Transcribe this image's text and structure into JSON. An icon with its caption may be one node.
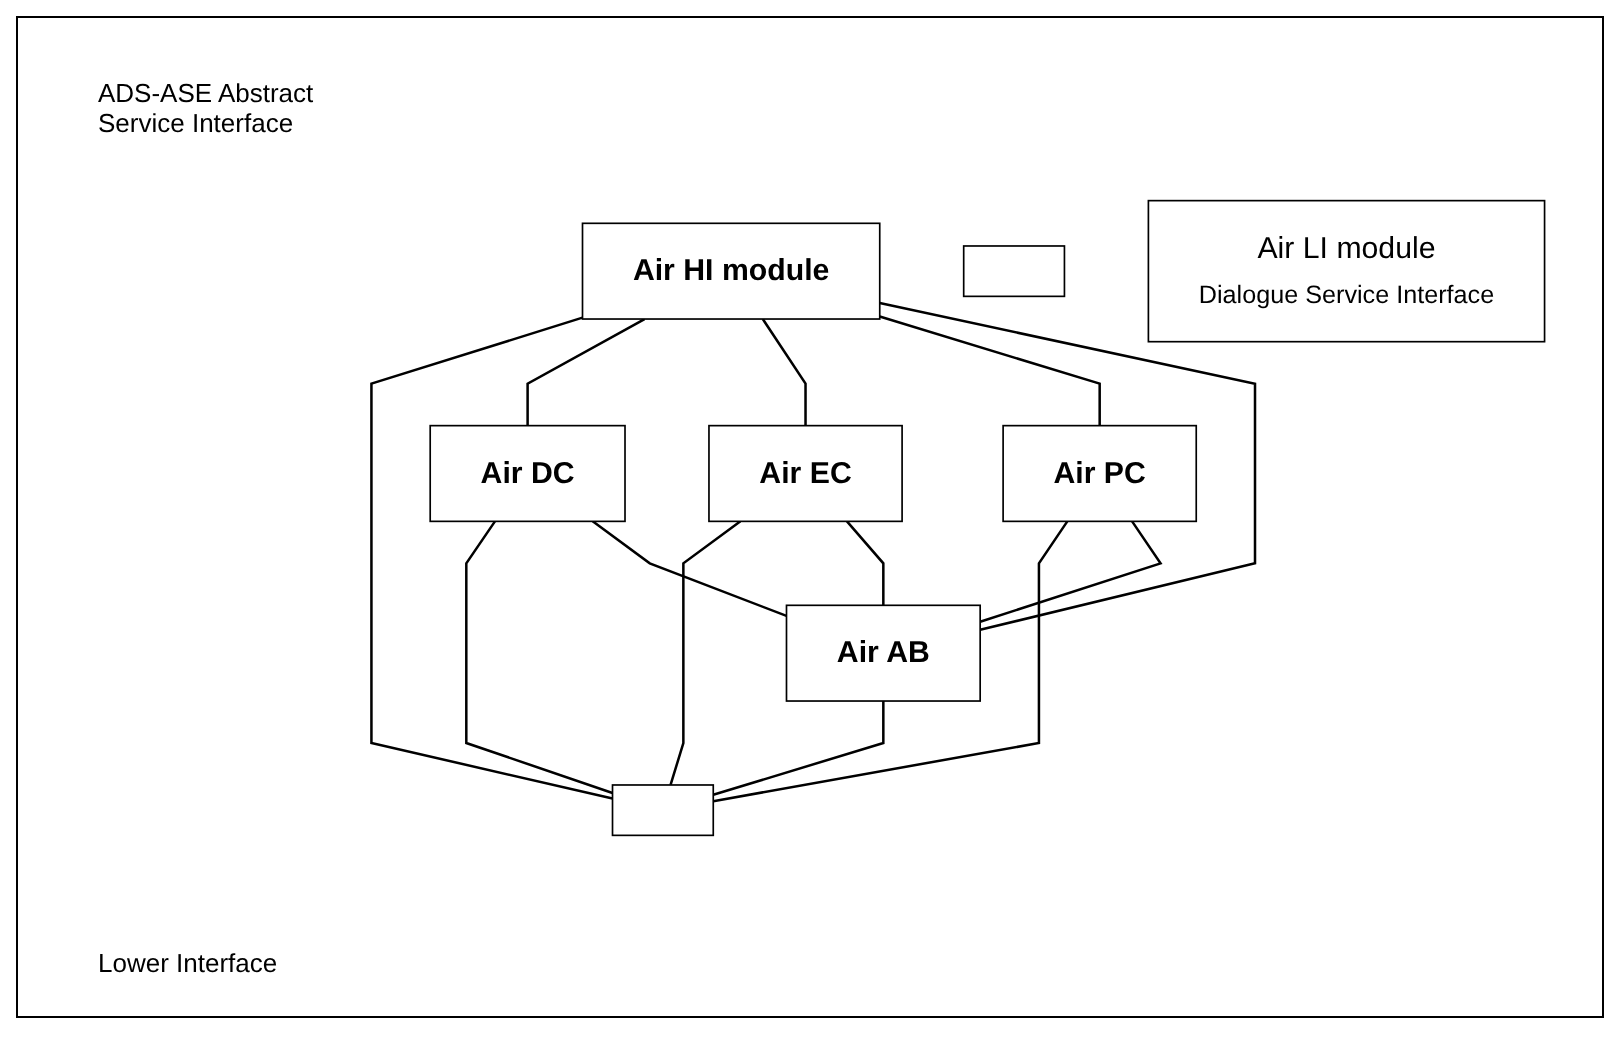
{
  "diagram": {
    "nodes": [
      {
        "text": [
          "Air HI module"
        ]
      },
      {
        "text": [
          "Air DC"
        ]
      },
      {
        "text": [
          "Air EC"
        ]
      },
      {
        "text": [
          "Air PC"
        ]
      },
      {
        "text": [
          "Air AB"
        ]
      },
      {
        "text": [],
        "shape": "box"
      },
      {
        "text": [],
        "shape": "box"
      },
      {
        "text": [
          "Air LI module",
          "Dialogue Service Interface"
        ]
      }
    ],
    "edges": [
      {
        "from": 0,
        "to": 5,
        "arrow": "none"
      },
      {
        "from": 0,
        "to": 1,
        "arrow": "none"
      },
      {
        "from": 1,
        "to": 5,
        "arrow": "none"
      },
      {
        "from": 0,
        "to": 2,
        "arrow": "none"
      },
      {
        "from": 2,
        "to": 5,
        "arrow": "none"
      },
      {
        "from": 0,
        "to": 3,
        "arrow": "none"
      },
      {
        "from": 3,
        "to": 5,
        "arrow": "none"
      },
      {
        "from": 0,
        "to": 4,
        "arrow": "none"
      },
      {
        "from": 4,
        "to": 5,
        "arrow": "none"
      },
      {
        "from": 1,
        "to": 4,
        "arrow": "none"
      },
      {
        "from": 2,
        "to": 4,
        "arrow": "none"
      },
      {
        "from": 3,
        "to": 4,
        "arrow": "none"
      }
    ],
    "labels": [
      "ADS-ASE Abstract Service Interface",
      "Lower Interface"
    ]
  }
}
